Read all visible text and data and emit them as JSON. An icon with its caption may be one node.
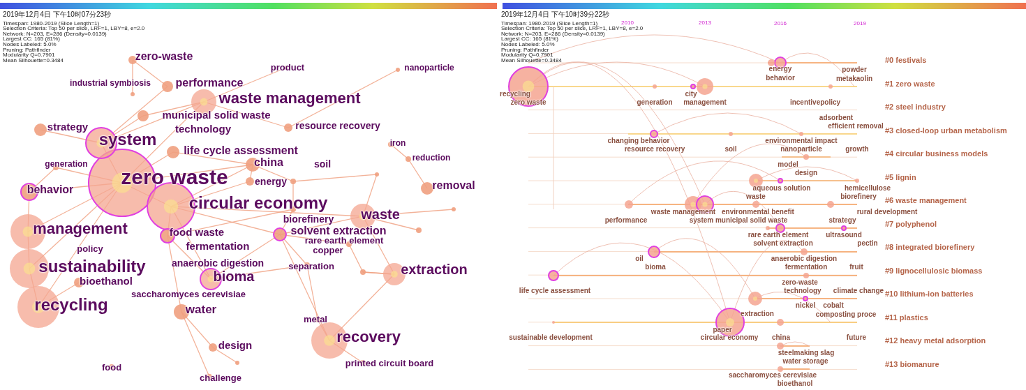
{
  "diagram": {
    "labels": [
      "2019年12月4日 下午10时07分23秒",
      "Timespan: 1980-2019 (Slice Length=1)",
      "Selection Criteria: Top 50 per slice, LRF=1, LBY=8, e=2.0",
      "Network: N=203, E=286 (Density=0.0139)",
      "Largest CC: 165 (81%)",
      "Nodes Labeled: 5.0%",
      "Pruning: Pathfinder",
      "Modularity Q=0.7901",
      "Mean Silhouette=0.3484",
      "zero-waste",
      "product",
      "nanoparticle",
      "industrial symbiosis",
      "performance",
      "waste management",
      "municipal solid waste",
      "strategy",
      "system",
      "technology",
      "resource recovery",
      "iron",
      "life cycle assessment",
      "reduction",
      "generation",
      "china",
      "soil",
      "zero waste",
      "energy",
      "behavior",
      "removal",
      "circular economy",
      "waste",
      "management",
      "biorefinery",
      "food waste",
      "solvent extraction",
      "rare earth element",
      "fermentation",
      "policy",
      "copper",
      "sustainability",
      "anaerobic digestion",
      "separation",
      "extraction",
      "bioma",
      "bioethanol",
      "saccharomyces cerevisiae",
      "recycling",
      "water",
      "metal",
      "recovery",
      "design",
      "food",
      "printed circuit board",
      "challenge",
      "2019年12月4日 下午10时39分22秒",
      "Timespan: 1980-2019 (Slice Length=1)",
      "Selection Criteria: Top 50 per slice, LRF=1, LBY=8, e=2.0",
      "Network: N=203, E=286 (Density=0.0139)",
      "Largest CC: 165 (81%)",
      "Nodes Labeled: 5.0%",
      "Pruning: Pathfinder",
      "Modularity Q=0.7901",
      "Mean Silhouette=0.3484",
      "2010",
      "2013",
      "2016",
      "2019",
      "energy",
      "behavior",
      "powder",
      "metakaolin",
      "recycling",
      "zero waste",
      "generation",
      "city",
      "management",
      "incentivepolicy",
      "adsorbent",
      "efficient removal",
      "changing behavior",
      "resource recovery",
      "soil",
      "environmental impact",
      "nanoparticle",
      "growth",
      "model",
      "design",
      "aqueous solution",
      "hemicellulose",
      "waste",
      "biorefinery",
      "waste management",
      "environmental benefit",
      "rural development",
      "performance",
      "system municipal solid waste",
      "strategy",
      "rare earth element",
      "ultrasound",
      "solvent extraction",
      "pectin",
      "oil",
      "bioma",
      "anaerobic digestion",
      "fermentation",
      "fruit",
      "zero-waste",
      "life cycle assessment",
      "technology",
      "climate change",
      "nickel",
      "cobalt",
      "extraction",
      "composting proce",
      "paper",
      "sustainable development",
      "circular economy",
      "china",
      "future",
      "steelmaking slag",
      "water storage",
      "saccharomyces cerevisiae",
      "bioethanol",
      "#0 festivals",
      "#1 zero waste",
      "#2 steel industry",
      "#3 closed-loop urban metabolism",
      "#4 circular business models",
      "#5 lignin",
      "#6 waste management",
      "#7 polyphenol",
      "#8 integrated biorefinery",
      "#9 lignocellulosic biomass",
      "#10 lithium-ion batteries",
      "#11 plastics",
      "#12 heavy metal adsorption",
      "#13 biomanure"
    ]
  }
}
